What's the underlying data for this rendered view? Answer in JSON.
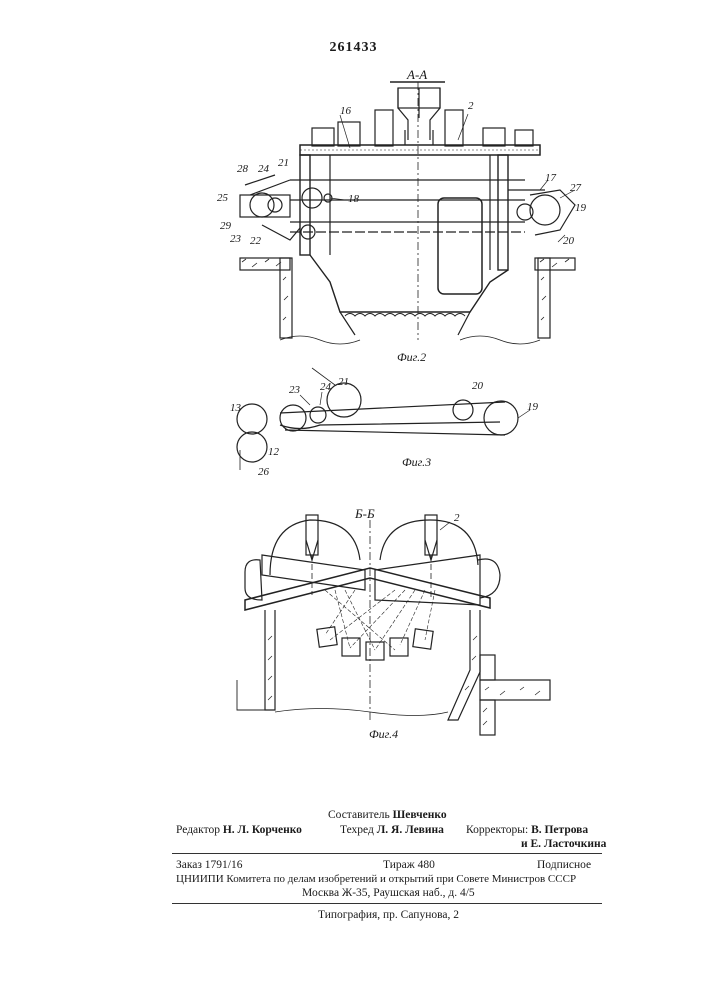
{
  "patent_number": "261433",
  "figures": {
    "fig2": {
      "section": "А-А",
      "caption": "Фиг.2",
      "labels": [
        "16",
        "2",
        "28",
        "24",
        "21",
        "17",
        "27",
        "25",
        "18",
        "19",
        "29",
        "23",
        "22",
        "20"
      ]
    },
    "fig3": {
      "caption": "Фиг.3",
      "labels": [
        "21",
        "23",
        "24",
        "20",
        "13",
        "19",
        "12",
        "26"
      ]
    },
    "fig4": {
      "section": "Б-Б",
      "caption": "Фиг.4",
      "labels": [
        "2"
      ]
    }
  },
  "imprint": {
    "compiler_label": "Составитель",
    "compiler": "Шевченко",
    "editor_label": "Редактор",
    "editor": "Н. Л. Корченко",
    "techred_label": "Техред",
    "techred": "Л. Я. Левина",
    "correctors_label": "Корректоры:",
    "corrector1": "В. Петрова",
    "corrector2_prefix": "и",
    "corrector2": "Е. Ласточкина",
    "order": "Заказ 1791/16",
    "print_run": "Тираж 480",
    "subscription": "Подписное",
    "institute": "ЦНИИПИ Комитета по делам изобретений и открытий при Совете Министров СССР",
    "address": "Москва Ж-35, Раушская наб., д. 4/5",
    "printer": "Типография, пр. Сапунова, 2"
  }
}
